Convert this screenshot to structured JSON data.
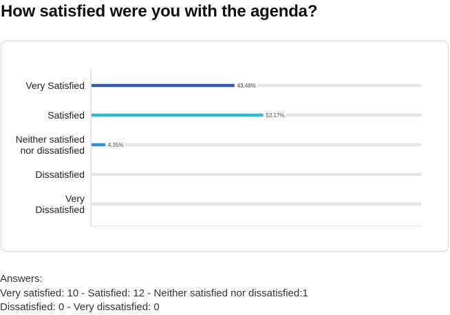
{
  "title": "How satisfied were you with the agenda?",
  "chart_data": {
    "type": "bar",
    "orientation": "horizontal",
    "categories": [
      [
        "Very Satisfied"
      ],
      [
        "Satisfied"
      ],
      [
        "Neither satisfied",
        "nor dissatisfied"
      ],
      [
        "Dissatisfied"
      ],
      [
        "Very",
        "Dissatisfied"
      ]
    ],
    "values": [
      43.48,
      52.17,
      4.35,
      0,
      0
    ],
    "value_labels": [
      "43.48%",
      "52.17%",
      "4.35%",
      "",
      ""
    ],
    "colors": [
      "#2f5fa8",
      "#2bbbe0",
      "#2f8fd8",
      "#2f8fd8",
      "#2f8fd8"
    ],
    "track_color": "#e6e6e6",
    "xlim": [
      0,
      100
    ],
    "grid": false,
    "legend": "none"
  },
  "answers": {
    "heading": "Answers:",
    "line1": "Very satisfied: 10  -  Satisfied: 12  -  Neither satisfied nor dissatisfied:1",
    "line2": "Dissatisfied: 0  -  Very dissatisfied: 0"
  }
}
